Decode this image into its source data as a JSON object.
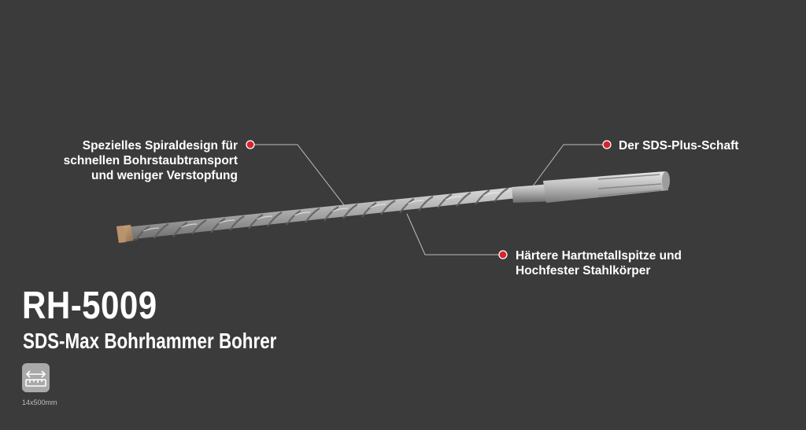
{
  "callouts": {
    "spiral": {
      "line1": "Spezielles Spiraldesign für",
      "line2": "schnellen Bohrstaubtransport",
      "line3": "und weniger Verstopfung"
    },
    "shank": {
      "line1": "Der SDS-Plus-Schaft"
    },
    "carbide": {
      "line1": "Härtere Hartmetallspitze und",
      "line2": "Hochfester Stahlkörper"
    }
  },
  "product": {
    "code": "RH-5009",
    "name": "SDS-Max Bohrhammer Bohrer",
    "size_label": "14x500mm",
    "size_icon": "length-measure-icon"
  },
  "colors": {
    "background": "#3b3b3b",
    "marker": "#d6242a",
    "text": "#ffffff",
    "badge": "#a9a9a9"
  }
}
